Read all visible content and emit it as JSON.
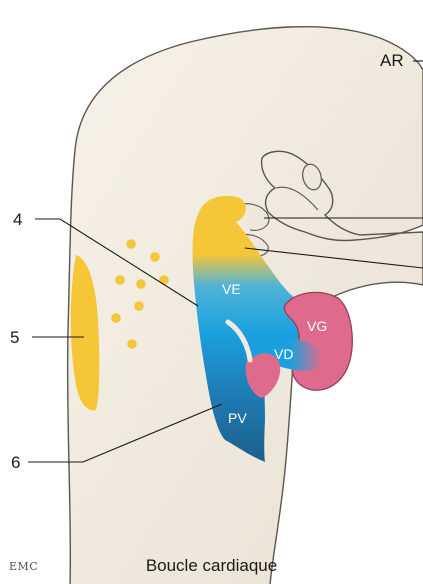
{
  "diagram": {
    "callouts": {
      "ar": "AR",
      "n4": "4",
      "n5": "5",
      "n6": "6"
    },
    "regions": {
      "ve": "VE",
      "vg": "VG",
      "vd": "VD",
      "pv": "PV"
    },
    "caption": "Boucle cardiaque",
    "logo": "EMC"
  },
  "colors": {
    "embryo_fill": "#f1ebdf",
    "embryo_outline": "#5a5550",
    "yellow": "#f5c638",
    "blue": "#1aa0de",
    "dark_blue": "#1c5f8c",
    "pink": "#df6b8c"
  }
}
